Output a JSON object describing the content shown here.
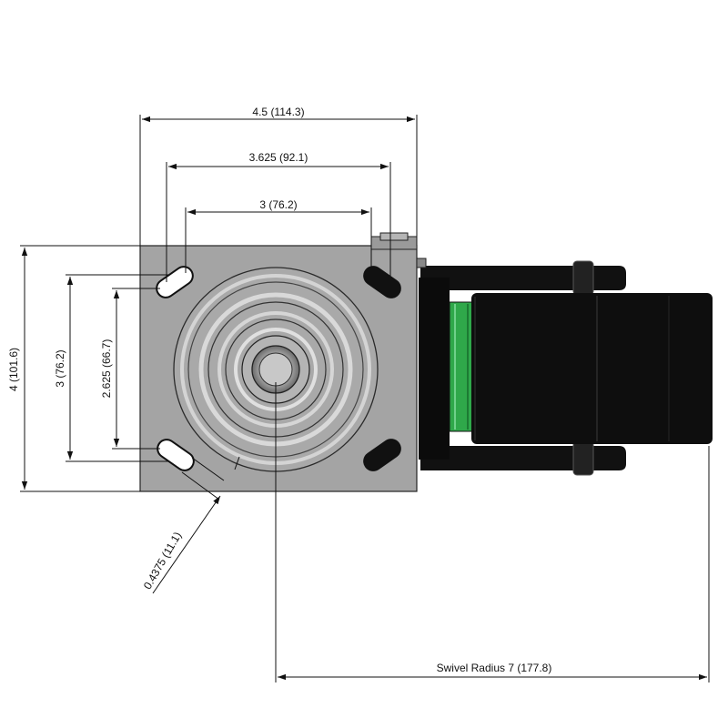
{
  "dimensions": {
    "overall_width": "4.5 (114.3)",
    "bolt_width_outer": "3.625 (92.1)",
    "bolt_width_inner": "3 (76.2)",
    "overall_height": "4 (101.6)",
    "bolt_height_outer": "3 (76.2)",
    "bolt_height_inner": "2.625 (66.7)",
    "bolt_hole": "0.4375 (11.1)",
    "swivel_radius": "Swivel Radius 7 (177.8)"
  },
  "colors": {
    "line": "#111111",
    "plate": "#a4a4a4",
    "wheel": "#111111",
    "hub": "#2fa84a"
  }
}
